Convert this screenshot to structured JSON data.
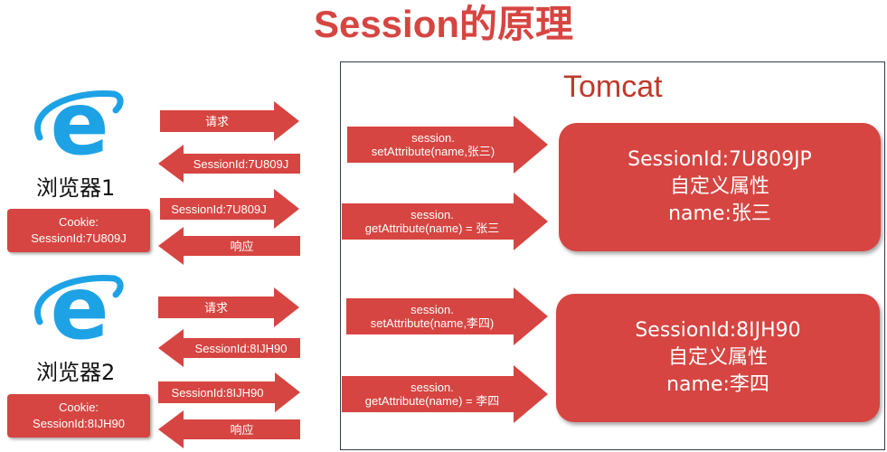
{
  "title": "Session的原理",
  "tomcat_label": "Tomcat",
  "colors": {
    "accent": "#d64541",
    "ie_blue": "#1ea2e6",
    "title": "#d64541"
  },
  "browsers": [
    {
      "label": "浏览器1",
      "cookie_line1": "Cookie:",
      "cookie_line2": "SessionId:7U809J",
      "arrows": [
        "请求",
        "SessionId:7U809J",
        "SessionId:7U809J",
        "响应"
      ]
    },
    {
      "label": "浏览器2",
      "cookie_line1": "Cookie:",
      "cookie_line2": "SessionId:8IJH90",
      "arrows": [
        "请求",
        "SessionId:8IJH90",
        "SessionId:8IJH90",
        "响应"
      ]
    }
  ],
  "method_arrows": [
    {
      "line1": "session.",
      "line2": "setAttribute(name,张三)"
    },
    {
      "line1": "session.",
      "line2": "getAttribute(name) = 张三"
    },
    {
      "line1": "session.",
      "line2": "setAttribute(name,李四)"
    },
    {
      "line1": "session.",
      "line2": "getAttribute(name) = 李四"
    }
  ],
  "sessions": [
    {
      "id": "SessionId:7U809JP",
      "attr_label": "自定义属性",
      "attr_value": "name:张三"
    },
    {
      "id": "SessionId:8IJH90",
      "attr_label": "自定义属性",
      "attr_value": "name:李四"
    }
  ]
}
